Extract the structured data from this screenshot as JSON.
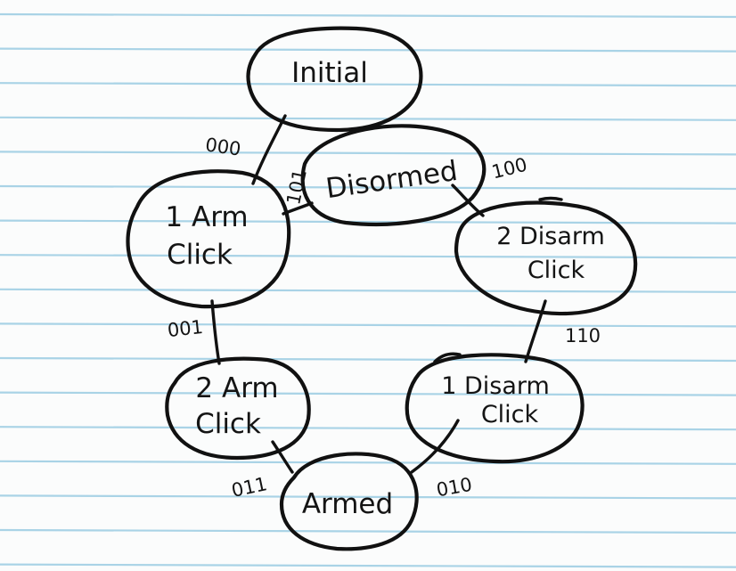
{
  "states": [
    {
      "id": "initial",
      "lines": [
        "Initial"
      ]
    },
    {
      "id": "disarmed",
      "lines": [
        "Disormed"
      ]
    },
    {
      "id": "arm-click-1",
      "lines": [
        "1 Arm",
        "Click"
      ]
    },
    {
      "id": "disarm-click-2",
      "lines": [
        "2 Disarm",
        "Click"
      ]
    },
    {
      "id": "arm-click-2",
      "lines": [
        "2  Arm",
        "Click"
      ]
    },
    {
      "id": "disarm-click-1",
      "lines": [
        "1 Disarm",
        "Click"
      ]
    },
    {
      "id": "armed",
      "lines": [
        "Armed"
      ]
    }
  ],
  "transitions": [
    {
      "from": "initial",
      "to": "arm-click-1",
      "label": "000"
    },
    {
      "from": "arm-click-1",
      "to": "disarmed",
      "label": "101"
    },
    {
      "from": "disarmed",
      "to": "disarm-click-2",
      "label": "100"
    },
    {
      "from": "arm-click-1",
      "to": "arm-click-2",
      "label": "001"
    },
    {
      "from": "disarm-click-2",
      "to": "disarm-click-1",
      "label": "110"
    },
    {
      "from": "arm-click-2",
      "to": "armed",
      "label": "011"
    },
    {
      "from": "disarm-click-1",
      "to": "armed",
      "label": "010"
    }
  ],
  "colors": {
    "ruled_line": "#a9d3e6",
    "ink": "#111111",
    "paper": "#fbfcfc"
  }
}
